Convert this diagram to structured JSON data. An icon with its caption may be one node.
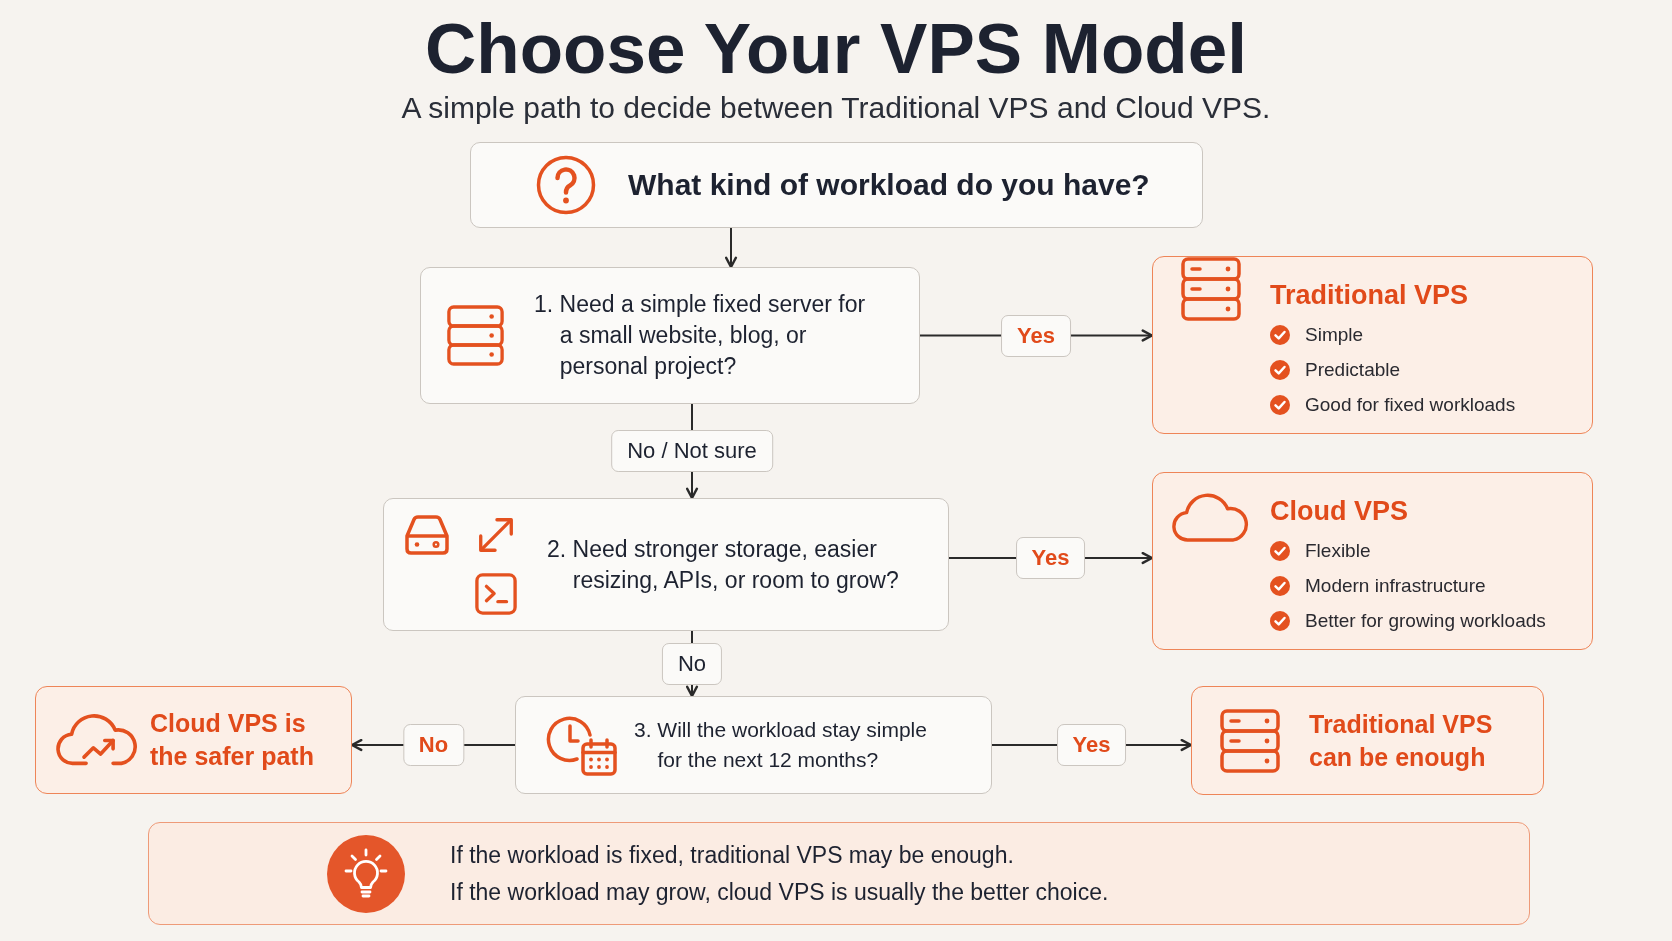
{
  "diagram": {
    "title": "Choose Your VPS Model",
    "nodes": [
      {
        "text": [
          "What kind of workload do you have?"
        ]
      },
      {
        "text": [
          "1. Need a simple fixed server for a small website, blog, or personal project?"
        ]
      },
      {
        "text": [
          "Traditional VPS",
          "Simple",
          "Predictable",
          "Good for fixed workloads"
        ]
      },
      {
        "text": [
          "2. Need stronger storage, easier resizing, APIs, or room to grow?"
        ]
      },
      {
        "text": [
          "Cloud VPS",
          "Flexible",
          "Modern infrastructure",
          "Better for growing workloads"
        ]
      },
      {
        "text": [
          "Cloud VPS is the safer path"
        ]
      },
      {
        "text": [
          "3. Will the workload stay simple for the next 12 months?"
        ]
      },
      {
        "text": [
          "Traditional VPS can be enough"
        ]
      },
      {
        "text": [
          "If the workload is fixed, traditional VPS may be enough.",
          "If the workload may grow, cloud VPS is usually the better choice."
        ]
      }
    ],
    "edges": [
      {
        "from": 0,
        "to": 1,
        "arrow": "to"
      },
      {
        "from": 1,
        "to": 2,
        "arrow": "to",
        "label": "Yes"
      },
      {
        "from": 1,
        "to": 3,
        "arrow": "to",
        "label": "No / Not sure"
      },
      {
        "from": 3,
        "to": 4,
        "arrow": "to",
        "label": "Yes"
      },
      {
        "from": 3,
        "to": 6,
        "arrow": "to",
        "label": "No"
      },
      {
        "from": 6,
        "to": 5,
        "arrow": "to",
        "label": "No"
      },
      {
        "from": 6,
        "to": 7,
        "arrow": "to",
        "label": "Yes"
      }
    ],
    "labels": [
      "A simple path to decide between Traditional VPS and Cloud VPS."
    ]
  }
}
